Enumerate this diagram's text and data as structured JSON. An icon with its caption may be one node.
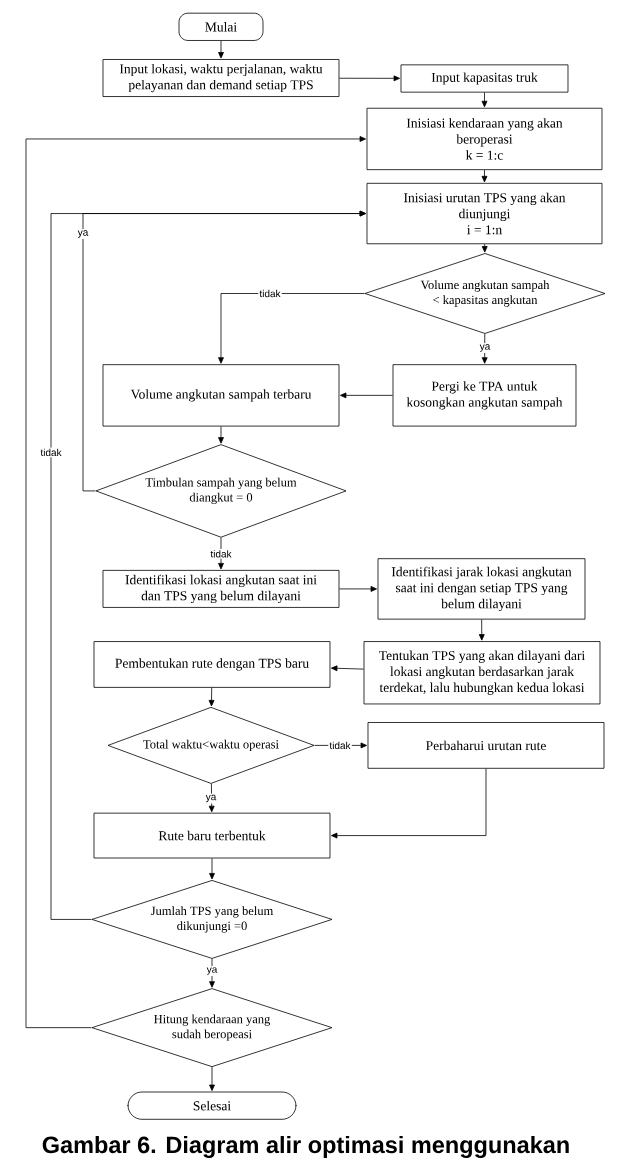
{
  "diagram": {
    "caption": "Gambar 6. Diagram alir optimasi menggunakan",
    "nodes": [
      {
        "text": [
          "Mulai"
        ]
      },
      {
        "text": [
          "Input lokasi, waktu perjalanan, waktu pelayanan dan demand setiap TPS"
        ]
      },
      {
        "text": [
          "Input kapasitas truk"
        ]
      },
      {
        "text": [
          "Inisiasi kendaraan yang akan beroperasi",
          "k = 1:c"
        ]
      },
      {
        "text": [
          "Inisiasi urutan TPS yang akan diunjungi",
          "i = 1:n"
        ]
      },
      {
        "text": [
          "Volume angkutan sampah < kapasitas angkutan"
        ]
      },
      {
        "text": [
          "Volume angkutan sampah terbaru"
        ]
      },
      {
        "text": [
          "Pergi ke TPA untuk kosongkan angkutan sampah"
        ]
      },
      {
        "text": [
          "Timbulan sampah yang belum diangkut = 0"
        ]
      },
      {
        "text": [
          "Identifikasi lokasi angkutan saat ini dan TPS yang belum dilayani"
        ]
      },
      {
        "text": [
          "Identifikasi jarak lokasi angkutan saat ini dengan setiap TPS yang belum dilayani"
        ]
      },
      {
        "text": [
          "Pembentukan rute dengan TPS baru"
        ]
      },
      {
        "text": [
          "Tentukan TPS yang akan dilayani dari lokasi angkutan berdasarkan jarak terdekat, lalu hubungkan kedua lokasi"
        ]
      },
      {
        "text": [
          "Total waktu<waktu operasi"
        ]
      },
      {
        "text": [
          "Perbaharui urutan rute"
        ]
      },
      {
        "text": [
          "Rute baru terbentuk"
        ]
      },
      {
        "text": [
          "Jumlah TPS yang belum dikunjungi =0"
        ]
      },
      {
        "text": [
          "Hitung kendaraan yang sudah beropeasi"
        ]
      },
      {
        "text": [
          "Selesai"
        ]
      }
    ],
    "edges": [
      {
        "from": 0,
        "to": 1,
        "arrow": "to"
      },
      {
        "from": 1,
        "to": 2,
        "arrow": "to"
      },
      {
        "from": 2,
        "to": 3,
        "arrow": "to"
      },
      {
        "from": 3,
        "to": 4,
        "arrow": "to"
      },
      {
        "from": 4,
        "to": 5,
        "arrow": "to"
      },
      {
        "from": 5,
        "to": 6,
        "arrow": "to",
        "label": "tidak"
      },
      {
        "from": 5,
        "to": 7,
        "arrow": "to",
        "label": "ya"
      },
      {
        "from": 7,
        "to": 6,
        "arrow": "to"
      },
      {
        "from": 6,
        "to": 8,
        "arrow": "to"
      },
      {
        "from": 8,
        "to": 4,
        "arrow": "to",
        "label": "ya"
      },
      {
        "from": 8,
        "to": 9,
        "arrow": "to",
        "label": "tidak"
      },
      {
        "from": 9,
        "to": 10,
        "arrow": "to"
      },
      {
        "from": 10,
        "to": 12,
        "arrow": "to"
      },
      {
        "from": 12,
        "to": 11,
        "arrow": "to"
      },
      {
        "from": 11,
        "to": 13,
        "arrow": "to"
      },
      {
        "from": 13,
        "to": 14,
        "arrow": "to",
        "label": "tidak"
      },
      {
        "from": 13,
        "to": 15,
        "arrow": "to",
        "label": "ya"
      },
      {
        "from": 14,
        "to": 15,
        "arrow": "to"
      },
      {
        "from": 15,
        "to": 16,
        "arrow": "to"
      },
      {
        "from": 16,
        "to": 4,
        "arrow": "to",
        "label": "tidak"
      },
      {
        "from": 16,
        "to": 17,
        "arrow": "to",
        "label": "ya"
      },
      {
        "from": 17,
        "to": 3,
        "arrow": "to"
      },
      {
        "from": 17,
        "to": 18,
        "arrow": "to"
      }
    ]
  }
}
